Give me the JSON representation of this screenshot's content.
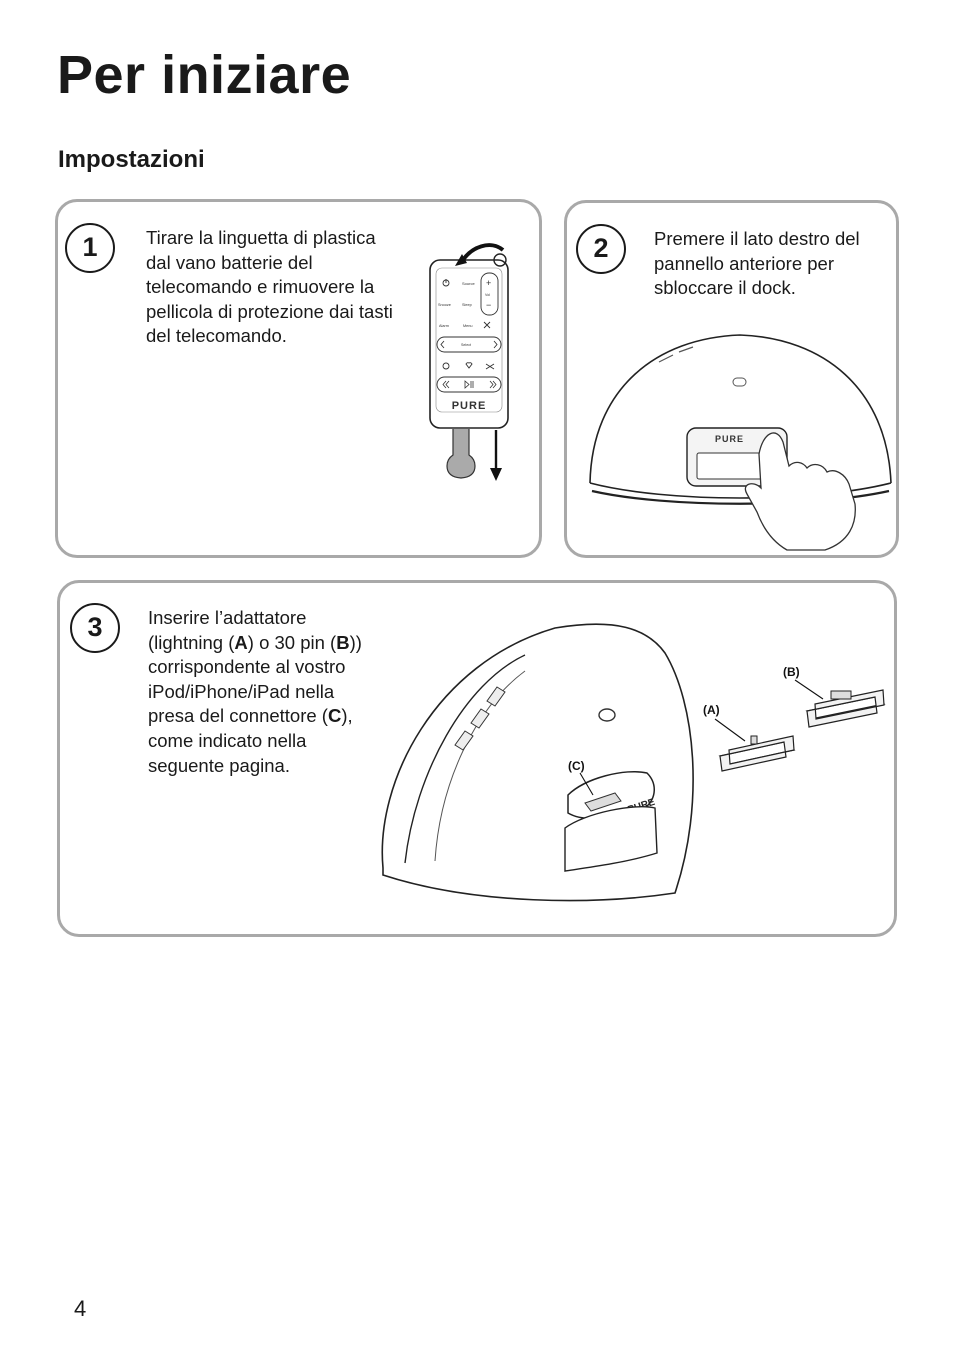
{
  "page": {
    "title": "Per iniziare",
    "section": "Impostazioni",
    "page_number": "4"
  },
  "steps": [
    {
      "number": "1",
      "text": "Tirare la linguetta di plastica dal vano batterie del telecomando e rimuovere la pellicola di protezione dai tasti del telecomando."
    },
    {
      "number": "2",
      "text": "Premere il lato destro del pannello anteriore per sbloccare il dock."
    },
    {
      "number": "3",
      "text_1": "Inserire l’adattatore (lightning (",
      "bold_a": "A",
      "text_2": ") o 30 pin (",
      "bold_b": "B",
      "text_3": ")) corrispondente al vostro iPod/iPhone/iPad nella presa del connettore (",
      "bold_c": "C",
      "text_4": "), come indicato nella seguente pagina."
    }
  ],
  "remote": {
    "brand": "PURE",
    "row1_right": "Source",
    "vol_plus": "+",
    "vol_label": "Vol",
    "vol_minus": "−",
    "row2_left": "Snooze",
    "row2_right": "Sleep",
    "row3_left": "Alarm",
    "row3_right": "Menu",
    "select": "Select"
  },
  "dock": {
    "brand": "PURE",
    "label_a": "(A)",
    "label_b": "(B)",
    "label_c": "(C)"
  }
}
